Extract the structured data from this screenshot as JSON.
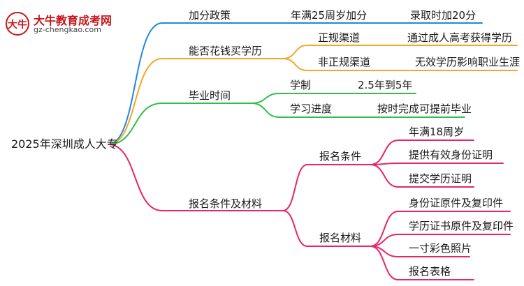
{
  "logo": {
    "name": "大牛教育成考网",
    "url": "gz-chengkao.com",
    "mark": "大牛"
  },
  "root": "2025年深圳成人大专",
  "branches": [
    {
      "label": "加分政策",
      "color": "#1e88e5",
      "children": [
        {
          "label": "年满25周岁加分",
          "children": [
            {
              "label": "录取时加20分"
            }
          ]
        }
      ]
    },
    {
      "label": "能否花钱买学历",
      "color": "#f5a623",
      "children": [
        {
          "label": "正规渠道",
          "children": [
            {
              "label": "通过成人高考获得学历"
            }
          ]
        },
        {
          "label": "非正规渠道",
          "children": [
            {
              "label": "无效学历影响职业生涯"
            }
          ]
        }
      ]
    },
    {
      "label": "毕业时间",
      "color": "#2ec04a",
      "children": [
        {
          "label": "学制",
          "children": [
            {
              "label": "2.5年到5年"
            }
          ]
        },
        {
          "label": "学习进度",
          "children": [
            {
              "label": "按时完成可提前毕业"
            }
          ]
        }
      ]
    },
    {
      "label": "报名条件及材料",
      "color": "#e8246c",
      "children": [
        {
          "label": "报名条件",
          "children": [
            {
              "label": "年满18周岁"
            },
            {
              "label": "提供有效身份证明"
            },
            {
              "label": "提交学历证明"
            }
          ]
        },
        {
          "label": "报名材料",
          "children": [
            {
              "label": "身份证原件及复印件"
            },
            {
              "label": "学历证书原件及复印件"
            },
            {
              "label": "一寸彩色照片"
            },
            {
              "label": "报名表格"
            }
          ]
        }
      ]
    }
  ]
}
